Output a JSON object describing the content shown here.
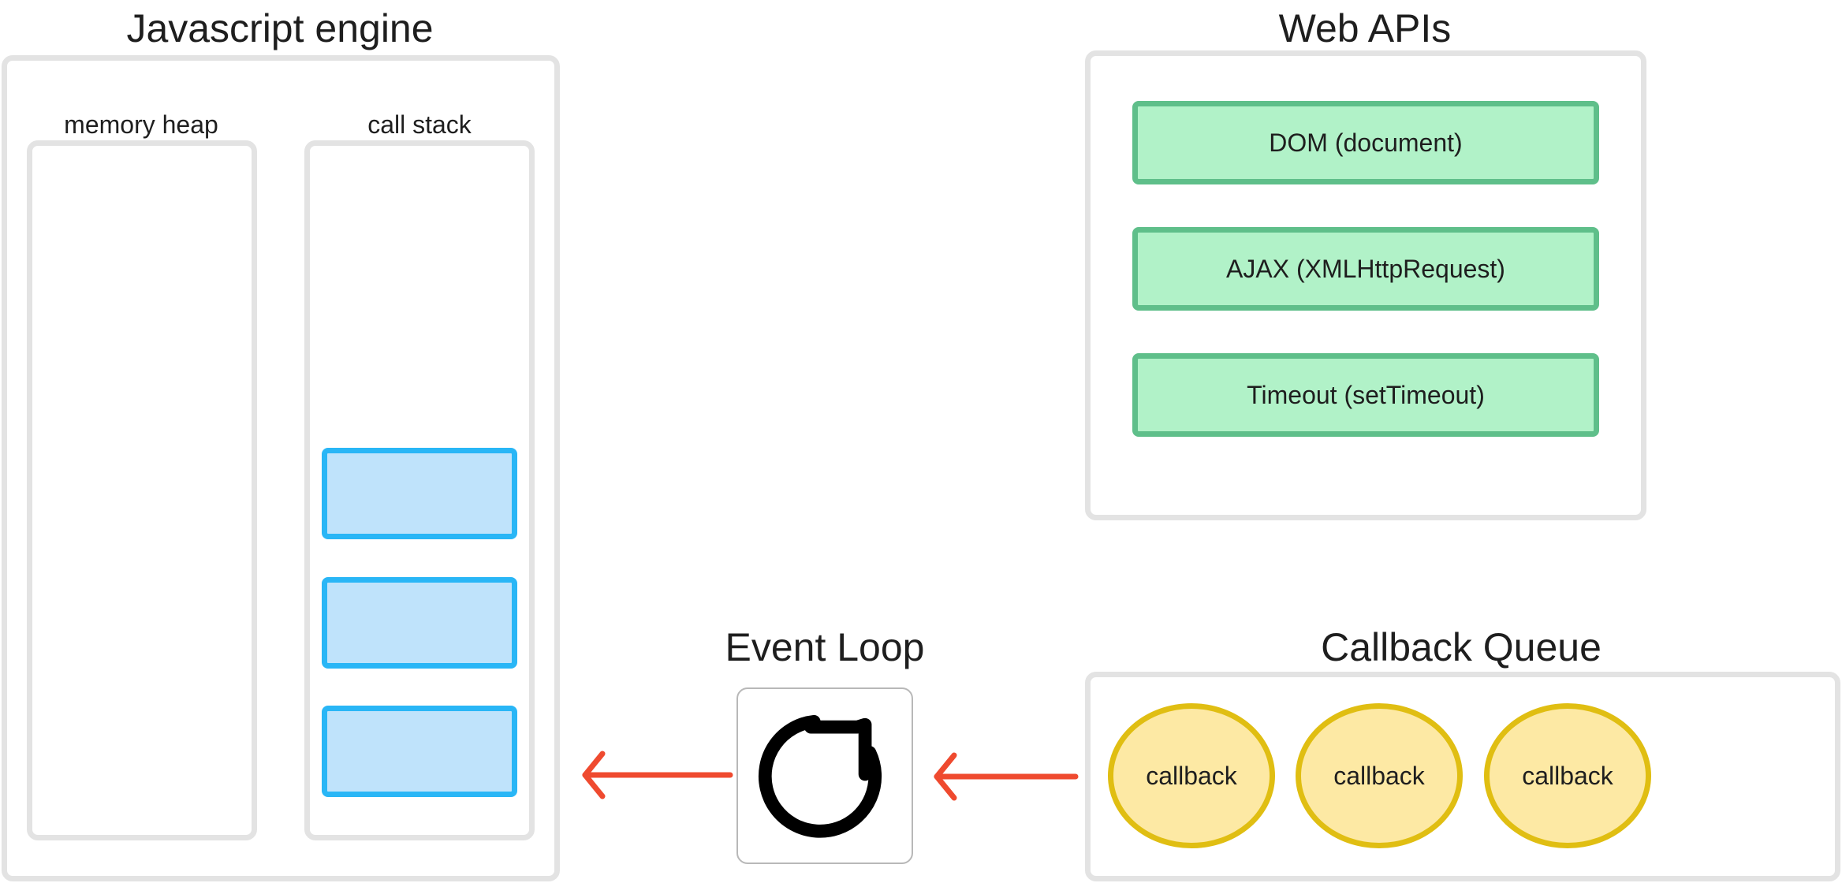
{
  "engine": {
    "title": "Javascript engine",
    "memory_heap_label": "memory heap",
    "call_stack_label": "call stack"
  },
  "web_apis": {
    "title": "Web APIs",
    "items": [
      {
        "label": "DOM (document)"
      },
      {
        "label": "AJAX (XMLHttpRequest)"
      },
      {
        "label": "Timeout (setTimeout)"
      }
    ]
  },
  "event_loop": {
    "title": "Event Loop",
    "icon": "refresh-icon"
  },
  "callback_queue": {
    "title": "Callback Queue",
    "items": [
      {
        "label": "callback"
      },
      {
        "label": "callback"
      },
      {
        "label": "callback"
      }
    ]
  },
  "colors": {
    "panel_border": "#e3e3e3",
    "api_fill": "#b1f2c8",
    "api_border": "#5fbf8a",
    "stack_fill": "#bfe3fb",
    "stack_border": "#29b6f6",
    "callback_fill": "#fde9a4",
    "callback_border": "#e0be12",
    "arrow": "#ef4a2f"
  }
}
